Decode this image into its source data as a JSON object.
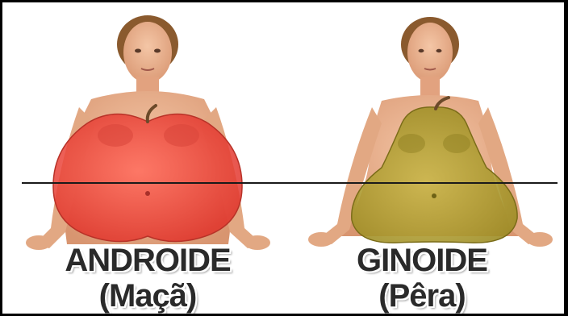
{
  "figures": [
    {
      "id": "android",
      "title": "ANDROIDE",
      "subtitle": "(Maçã)",
      "fruit_icon": "apple-icon",
      "fruit_color": "#f04a3c"
    },
    {
      "id": "gynoid",
      "title": "GINOIDE",
      "subtitle": "(Pêra)",
      "fruit_icon": "pear-icon",
      "fruit_color": "#b5a02e"
    }
  ],
  "colors": {
    "skin": "#e9b08f",
    "skin_shadow": "#c98a68",
    "hair": "#8a5a2e",
    "frame": "#000000",
    "reference_line": "#1a1a1a"
  }
}
